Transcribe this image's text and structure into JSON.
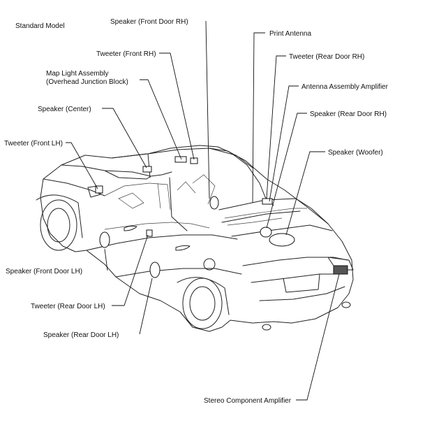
{
  "header": {
    "model": "Standard Model"
  },
  "components": [
    {
      "id": "speaker-front-door-rh",
      "label": "Speaker (Front Door RH)"
    },
    {
      "id": "print-antenna",
      "label": "Print Antenna"
    },
    {
      "id": "tweeter-front-rh",
      "label": "Tweeter (Front RH)"
    },
    {
      "id": "tweeter-rear-door-rh",
      "label": "Tweeter (Rear Door RH)"
    },
    {
      "id": "map-light-assembly",
      "label": "Map Light Assembly",
      "label2": "(Overhead Junction Block)"
    },
    {
      "id": "antenna-assembly-amplifier",
      "label": "Antenna Assembly Amplifier"
    },
    {
      "id": "speaker-center",
      "label": "Speaker (Center)"
    },
    {
      "id": "speaker-rear-door-rh",
      "label": "Speaker (Rear Door RH)"
    },
    {
      "id": "tweeter-front-lh",
      "label": "Tweeter (Front LH)"
    },
    {
      "id": "speaker-woofer",
      "label": "Speaker (Woofer)"
    },
    {
      "id": "speaker-front-door-lh",
      "label": "Speaker (Front Door LH)"
    },
    {
      "id": "tweeter-rear-door-lh",
      "label": "Tweeter (Rear Door LH)"
    },
    {
      "id": "speaker-rear-door-lh",
      "label": "Speaker (Rear Door LH)"
    },
    {
      "id": "stereo-component-amplifier",
      "label": "Stereo Component Amplifier"
    }
  ]
}
